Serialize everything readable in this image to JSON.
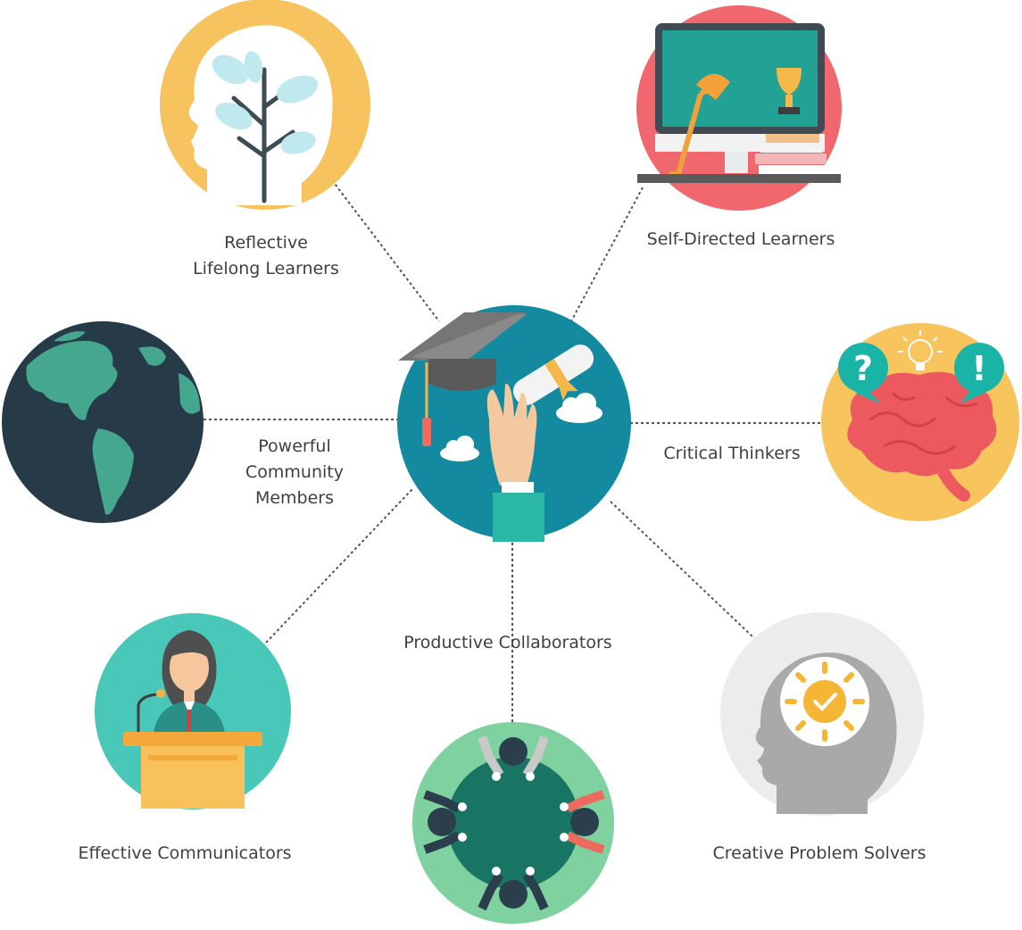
{
  "center": {
    "name": "graduation-hub"
  },
  "labels": {
    "reflective": [
      "Reflective",
      "Lifelong Learners"
    ],
    "self_directed": [
      "Self-Directed Learners"
    ],
    "community": [
      "Powerful",
      "Community",
      "Members"
    ],
    "critical": [
      "Critical Thinkers"
    ],
    "collaborators": [
      "Productive Collaborators"
    ],
    "communicators": [
      "Effective Communicators"
    ],
    "problem_solvers": [
      "Creative Problem Solvers"
    ]
  },
  "icons": {
    "reflective": "head-with-growing-plant-icon",
    "self_directed": "desk-lamp-trophy-monitor-icon",
    "community": "globe-icon",
    "critical": "brain-question-idea-icon",
    "collaborators": "team-around-table-icon",
    "communicators": "speaker-at-podium-icon",
    "problem_solvers": "head-with-sun-checkmark-icon",
    "center": "graduation-cap-diploma-hand-icon"
  },
  "colors": {
    "center": "#138aa0",
    "reflective": "#f7c35f",
    "self_directed": "#f0686e",
    "community": "#263b47",
    "critical": "#f8c45e",
    "collaborators": "#7fd29f",
    "communicators": "#49c7b9",
    "problem_solvers": "#ececec",
    "connector": "#555555"
  }
}
